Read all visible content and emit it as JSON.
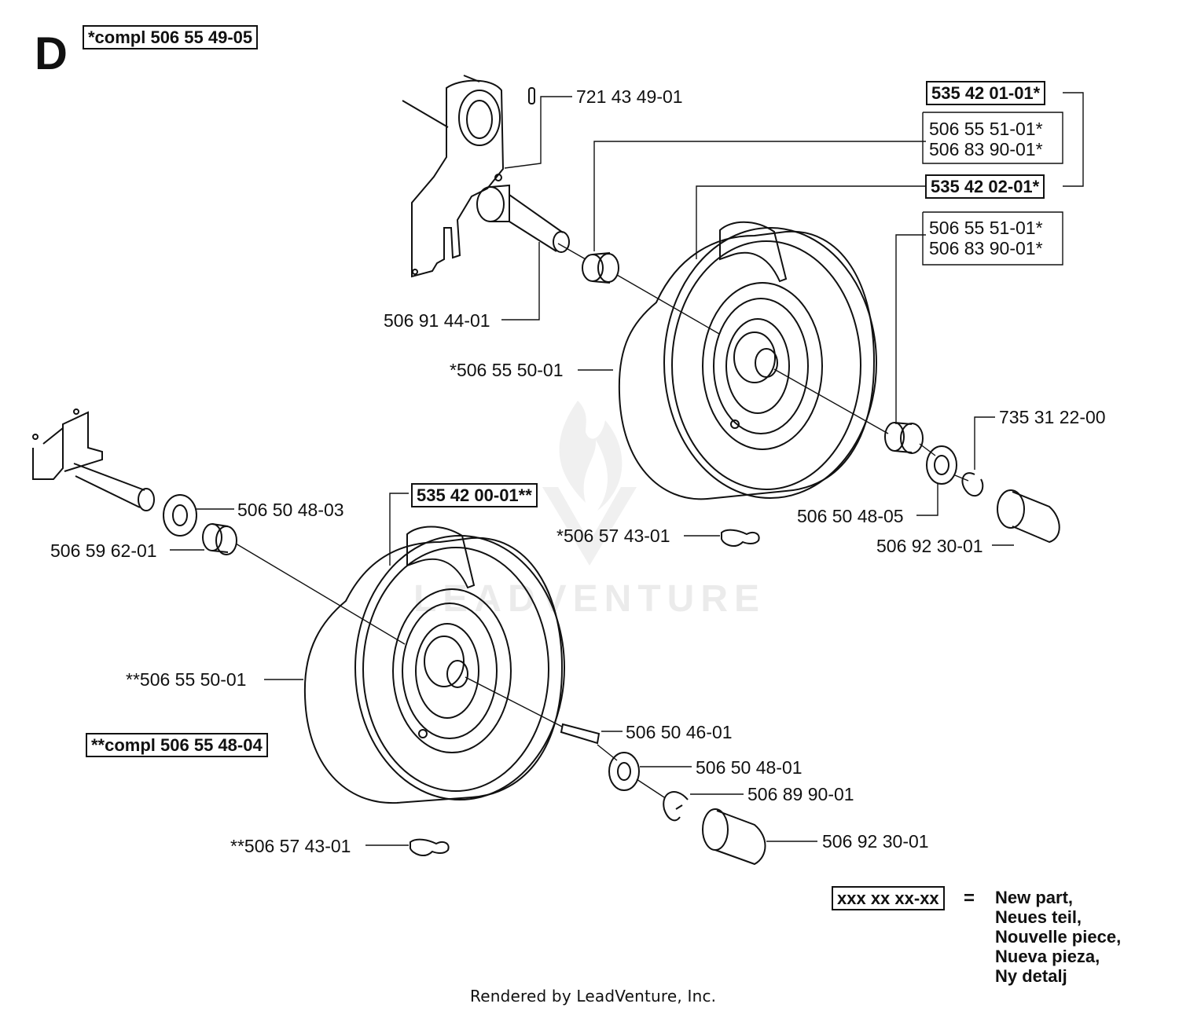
{
  "section_letter": "D",
  "kits": {
    "upper": "*compl 506 55 49-05",
    "lower": "**compl 506 55 48-04"
  },
  "parts": {
    "pin_top": "721 43 49-01",
    "axle_upper": "506 91 44-01",
    "tire_upper": "*506 55 50-01",
    "asm_1": "535 42 01-01*",
    "bush_a1": "506 55 51-01*",
    "bush_a2": "506 83 90-01*",
    "asm_2": "535 42 02-01*",
    "bush_b1": "506 55 51-01*",
    "bush_b2": "506 83 90-01*",
    "clip_upper": "735 31 22-00",
    "washer_upper": "506 50 48-05",
    "cap_upper": "506 92 30-01",
    "valve_upper": "*506 57 43-01",
    "washer_lower_1": "506 50 48-03",
    "bush_lower": "506 59 62-01",
    "asm_lower": "535 42 00-01**",
    "tire_lower": "**506 55 50-01",
    "key_lower": "506 50 46-01",
    "washer_lower_2": "506 50 48-01",
    "clip_lower": "506 89 90-01",
    "cap_lower": "506 92 30-01",
    "valve_lower": "**506 57 43-01"
  },
  "legend": {
    "symbol": "xxx xx xx-xx",
    "equals": "=",
    "lines": [
      "New part,",
      "Neues teil,",
      "Nouvelle piece,",
      "Nueva pieza,",
      "Ny detalj"
    ]
  },
  "watermark": "LEADVENTURE",
  "footer": "Rendered by LeadVenture, Inc."
}
